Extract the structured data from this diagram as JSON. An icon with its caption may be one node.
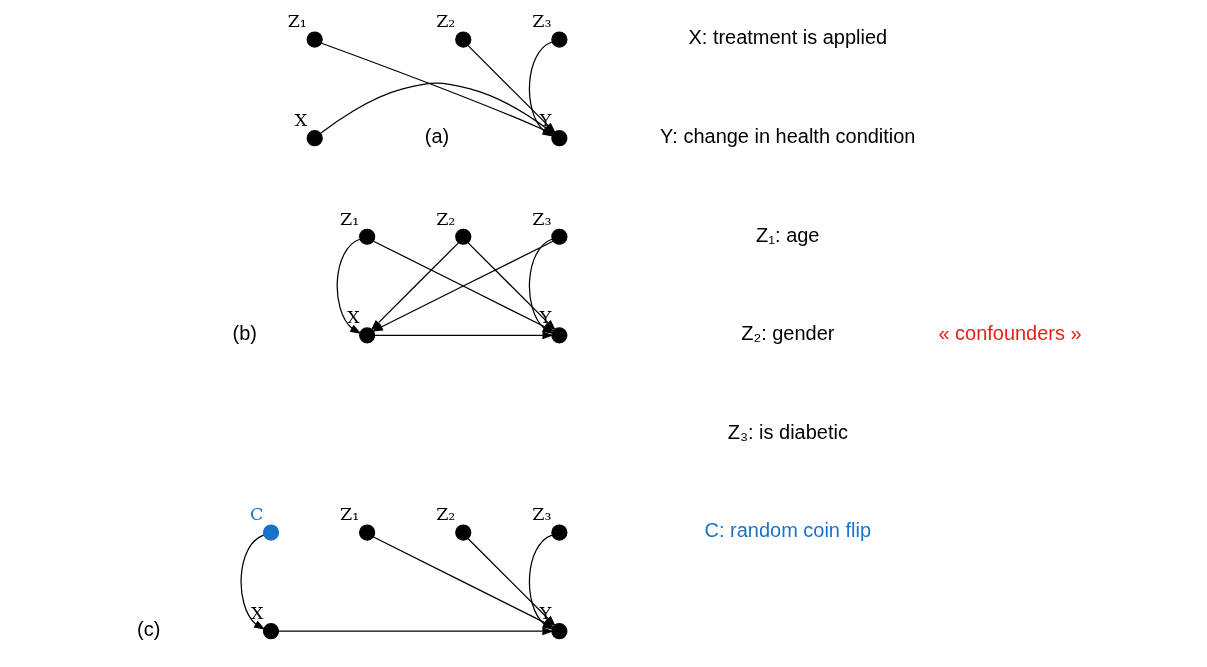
{
  "diagram": {
    "nodes": [
      {
        "text": [],
        "shape": "circle",
        "beside": [
          "Z₁"
        ]
      },
      {
        "text": [],
        "shape": "circle",
        "beside": [
          "Z₂"
        ]
      },
      {
        "text": [],
        "shape": "circle",
        "beside": [
          "Z₃"
        ]
      },
      {
        "text": [],
        "shape": "circle",
        "beside": [
          "X"
        ]
      },
      {
        "text": [],
        "shape": "circle",
        "beside": [
          "Y"
        ]
      },
      {
        "text": [],
        "shape": "circle",
        "beside": [
          "Z₁"
        ]
      },
      {
        "text": [],
        "shape": "circle",
        "beside": [
          "Z₂"
        ]
      },
      {
        "text": [],
        "shape": "circle",
        "beside": [
          "Z₃"
        ]
      },
      {
        "text": [],
        "shape": "circle",
        "beside": [
          "X"
        ]
      },
      {
        "text": [],
        "shape": "circle",
        "beside": [
          "Y"
        ]
      },
      {
        "text": [],
        "shape": "circle",
        "beside": [
          "C"
        ]
      },
      {
        "text": [],
        "shape": "circle",
        "beside": [
          "Z₁"
        ]
      },
      {
        "text": [],
        "shape": "circle",
        "beside": [
          "Z₂"
        ]
      },
      {
        "text": [],
        "shape": "circle",
        "beside": [
          "Z₃"
        ]
      },
      {
        "text": [],
        "shape": "circle",
        "beside": [
          "X"
        ]
      },
      {
        "text": [],
        "shape": "circle",
        "beside": [
          "Y"
        ]
      }
    ],
    "edges": [
      {
        "from": 0,
        "to": 4,
        "arrow": "to"
      },
      {
        "from": 1,
        "to": 4,
        "arrow": "to"
      },
      {
        "from": 2,
        "to": 4,
        "arrow": "to"
      },
      {
        "from": 3,
        "to": 4,
        "arrow": "to"
      },
      {
        "from": 5,
        "to": 8,
        "arrow": "to"
      },
      {
        "from": 5,
        "to": 9,
        "arrow": "to"
      },
      {
        "from": 6,
        "to": 8,
        "arrow": "to"
      },
      {
        "from": 6,
        "to": 9,
        "arrow": "to"
      },
      {
        "from": 7,
        "to": 8,
        "arrow": "to"
      },
      {
        "from": 7,
        "to": 9,
        "arrow": "to"
      },
      {
        "from": 8,
        "to": 9,
        "arrow": "to"
      },
      {
        "from": 10,
        "to": 14,
        "arrow": "to"
      },
      {
        "from": 11,
        "to": 15,
        "arrow": "to"
      },
      {
        "from": 12,
        "to": 15,
        "arrow": "to"
      },
      {
        "from": 13,
        "to": 15,
        "arrow": "to"
      },
      {
        "from": 14,
        "to": 15,
        "arrow": "to"
      }
    ],
    "labels": [
      "X: treatment is applied",
      "(a)",
      "Y: change in health condition",
      "Z₁: age",
      "Z₂: gender",
      "« confounders »",
      "Z₃: is diabetic",
      "(b)",
      "(c)",
      "C: random coin flip"
    ]
  }
}
